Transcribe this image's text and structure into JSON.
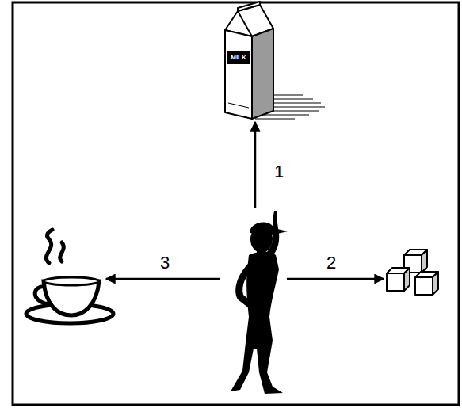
{
  "diagram": {
    "labels": [
      "MILK",
      "1",
      "2",
      "3"
    ]
  }
}
